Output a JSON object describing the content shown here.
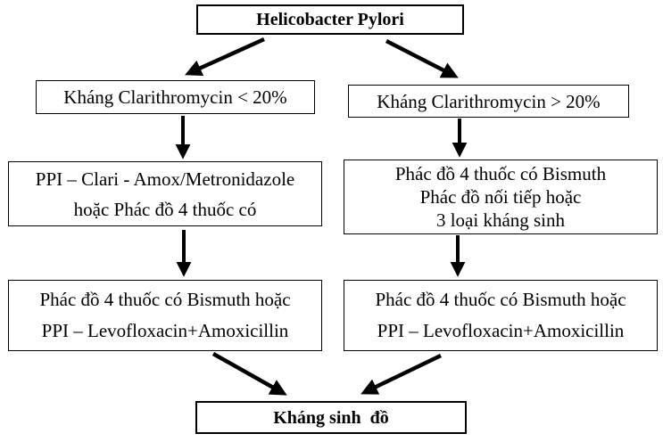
{
  "diagram": {
    "title": "Helicobacter Pylori treatment flowchart",
    "colors": {
      "background": "#ffffff",
      "border": "#000000",
      "text": "#000000",
      "arrow": "#000000"
    },
    "nodes": {
      "root": {
        "lines": [
          "Helicobacter Pylori"
        ]
      },
      "cond_low": {
        "lines": [
          "Kháng Clarithromycin < 20%"
        ]
      },
      "cond_high": {
        "lines": [
          "Kháng Clarithromycin > 20%"
        ]
      },
      "tx1_left": {
        "lines": [
          "PPI – Clari - Amox/Metronidazole",
          "hoặc Phác đồ 4 thuốc có"
        ]
      },
      "tx1_right": {
        "lines": [
          "Phác đồ 4 thuốc có Bismuth",
          "Phác đồ nối tiếp hoặc",
          "3 loại kháng sinh"
        ]
      },
      "tx2_left": {
        "lines": [
          "Phác đồ 4 thuốc có Bismuth hoặc",
          "PPI – Levofloxacin+Amoxicillin"
        ]
      },
      "tx2_right": {
        "lines": [
          "Phác đồ 4 thuốc có Bismuth hoặc",
          "PPI – Levofloxacin+Amoxicillin"
        ]
      },
      "final": {
        "lines": [
          "Kháng sinh  đồ"
        ]
      }
    },
    "edges": [
      {
        "from": "root",
        "to": "cond_low"
      },
      {
        "from": "root",
        "to": "cond_high"
      },
      {
        "from": "cond_low",
        "to": "tx1_left"
      },
      {
        "from": "cond_high",
        "to": "tx1_right"
      },
      {
        "from": "tx1_left",
        "to": "tx2_left"
      },
      {
        "from": "tx1_right",
        "to": "tx2_right"
      },
      {
        "from": "tx2_left",
        "to": "final"
      },
      {
        "from": "tx2_right",
        "to": "final"
      }
    ]
  }
}
